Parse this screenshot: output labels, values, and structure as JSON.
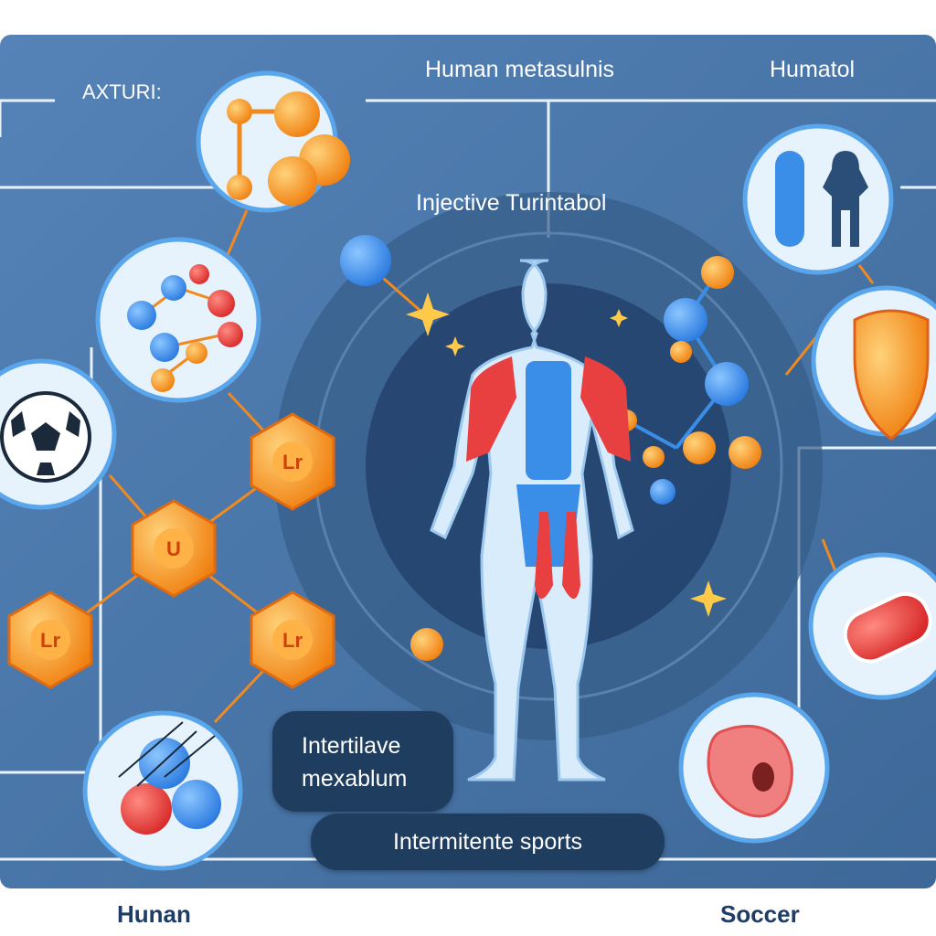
{
  "labels": {
    "top_left": "AXTURI:",
    "top_center": "Human metasulnis",
    "top_right": "Humatol",
    "center": "Injective Turintabol",
    "callout": "Intertilave mexablum",
    "banner": "Intermitente sports",
    "bottom_left": "Hunan",
    "bottom_right": "Soccer"
  },
  "hexagons": [
    "Lr",
    "U",
    "Lr",
    "Lr"
  ],
  "colors": {
    "panel": "#4a78ad",
    "panel_dark": "#2c4c72",
    "orange": "#f58a1f",
    "blue": "#3b8ee8",
    "red": "#e8383a",
    "circle_fill": "#e6f3fc"
  }
}
